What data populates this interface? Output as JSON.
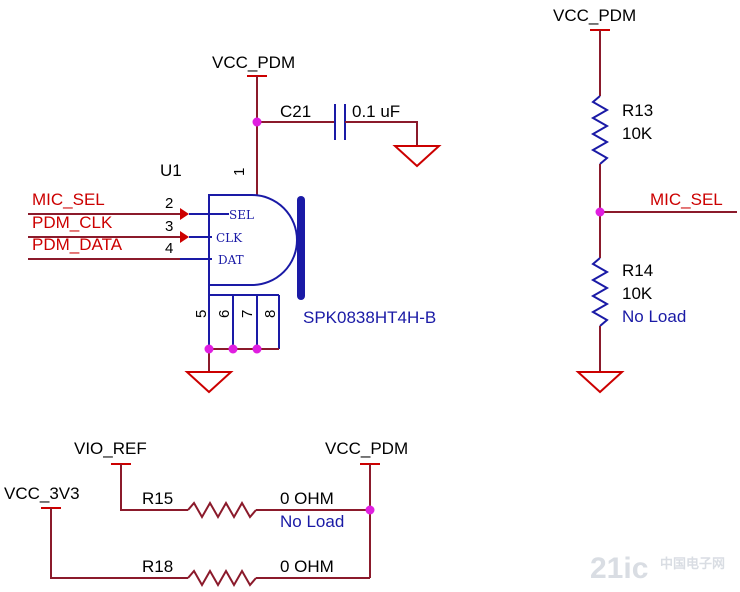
{
  "labels": {
    "vcc_pdm_top_right": "VCC_PDM",
    "vcc_pdm_u1": "VCC_PDM",
    "vcc_pdm_bottom": "VCC_PDM",
    "vio_ref": "VIO_REF",
    "vcc_3v3": "VCC_3V3",
    "u1_ref": "U1",
    "u1_part": "SPK0838HT4H-B",
    "c21_ref": "C21",
    "c21_value": "0.1 uF",
    "r13_ref": "R13",
    "r13_value": "10K",
    "r14_ref": "R14",
    "r14_value": "10K",
    "r14_note": "No Load",
    "r15_ref": "R15",
    "r15_value": "0 OHM",
    "r15_note": "No Load",
    "r18_ref": "R18",
    "r18_value": "0 OHM",
    "net_mic_sel_left": "MIC_SEL",
    "net_pdm_clk": "PDM_CLK",
    "net_pdm_data": "PDM_DATA",
    "net_mic_sel_right": "MIC_SEL",
    "watermark_main": "21ic",
    "watermark_sub": "中国电子网"
  },
  "pins": {
    "p1": "1",
    "p2": "2",
    "p3": "3",
    "p4": "4",
    "p5": "5",
    "p6": "6",
    "p7": "7",
    "p8": "8",
    "sel": "SEL",
    "clk": "CLK",
    "dat": "DAT"
  },
  "colors": {
    "wire": "#8b1a2b",
    "component": "#1a1aa6",
    "power": "#cc0000",
    "junction": "#e01ee0"
  }
}
